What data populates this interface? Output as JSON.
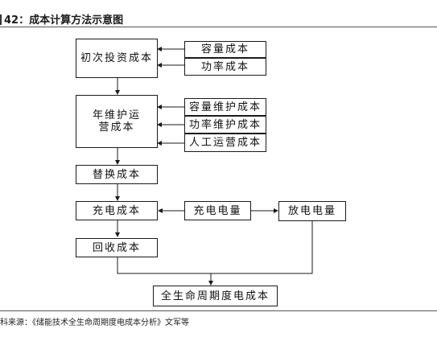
{
  "figure": {
    "title": "42：成本计算方法示意图",
    "source": "科来源：《储能技术全生命周期度电成本分析》文军等"
  },
  "nodes": {
    "initial": "初次投资成本",
    "capacity": "容量成本",
    "power": "功率成本",
    "annual": "年维护运营成本",
    "cap_maint": "容量维护成本",
    "pow_maint": "功率维护成本",
    "labor": "人工运营成本",
    "replace": "替换成本",
    "charge_cost": "充电成本",
    "charge_qty": "充电电量",
    "discharge": "放电电量",
    "recovery": "回收成本",
    "lifecycle": "全生命周期度电成本"
  },
  "colors": {
    "line": "#1a1a1a",
    "box_border": "#1a1a1a",
    "text": "#111111"
  }
}
